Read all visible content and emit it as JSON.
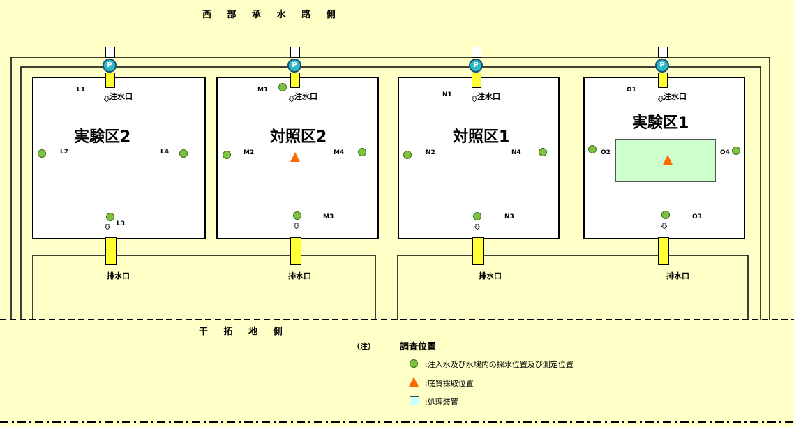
{
  "header": {
    "top": "西 部 承 水 路 側",
    "bottom": "干 拓 地 側"
  },
  "ponds": [
    {
      "title": "実験区2",
      "intake_label": "注水口",
      "drain_label": "排水口",
      "pump": "P",
      "points": {
        "p1": "L1",
        "p2": "L2",
        "p3": "L3",
        "p4": "L4"
      }
    },
    {
      "title": "対照区2",
      "intake_label": "注水口",
      "drain_label": "排水口",
      "pump": "P",
      "points": {
        "p1": "M1",
        "p2": "M2",
        "p3": "M3",
        "p4": "M4"
      }
    },
    {
      "title": "対照区1",
      "intake_label": "注水口",
      "drain_label": "排水口",
      "pump": "P",
      "points": {
        "p1": "N1",
        "p2": "N2",
        "p3": "N3",
        "p4": "N4"
      }
    },
    {
      "title": "実験区1",
      "intake_label": "注水口",
      "drain_label": "排水口",
      "pump": "P",
      "points": {
        "p1": "O1",
        "p2": "O2",
        "p3": "O3",
        "p4": "O4"
      }
    }
  ],
  "legend": {
    "note": "（注）",
    "title": "調査位置",
    "items": [
      {
        "icon": "green-circle",
        "color": "#7ec241",
        "label": ":注入水及び水塊内の採水位置及び測定位置"
      },
      {
        "icon": "orange-triangle",
        "color": "#ff6a00",
        "label": ":底質採取位置"
      },
      {
        "icon": "light-blue-square",
        "color": "#ccffff",
        "label": ":処理装置"
      }
    ]
  },
  "colors": {
    "background": "#ffffc8",
    "pipe": "#ffff33",
    "pump": "#2fb9c4",
    "treatment": "#ccffcc"
  }
}
